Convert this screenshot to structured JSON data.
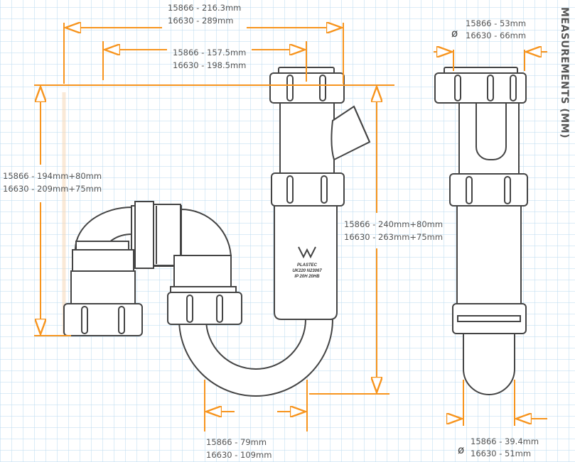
{
  "title": "MEASUREMENTS (MM)",
  "dimensions": {
    "overall_width": [
      "15866 - 216.3mm",
      "16630 - 289mm"
    ],
    "inner_width": [
      "15866 - 157.5mm",
      "16630 - 198.5mm"
    ],
    "left_height": [
      "15866 - 194mm+80mm",
      "16630 - 209mm+75mm"
    ],
    "right_height": [
      "15866 - 240mm+80mm",
      "16630 - 263mm+75mm"
    ],
    "bend_width": [
      "15866 - 79mm",
      "16630 - 109mm"
    ],
    "inlet_diameter": [
      "15866 - 53mm",
      "16630 - 66mm"
    ],
    "outlet_diameter": [
      "15866 - 39.4mm",
      "16630 - 51mm"
    ],
    "diameter_symbol": "ø"
  },
  "logo": {
    "brand": "PLASTEC",
    "line1": "UK220 N23067",
    "line2": "IP 20H 20HB"
  },
  "colors": {
    "dimension": "#f7941d",
    "outline": "#444444",
    "grid": "#bedcf0"
  }
}
